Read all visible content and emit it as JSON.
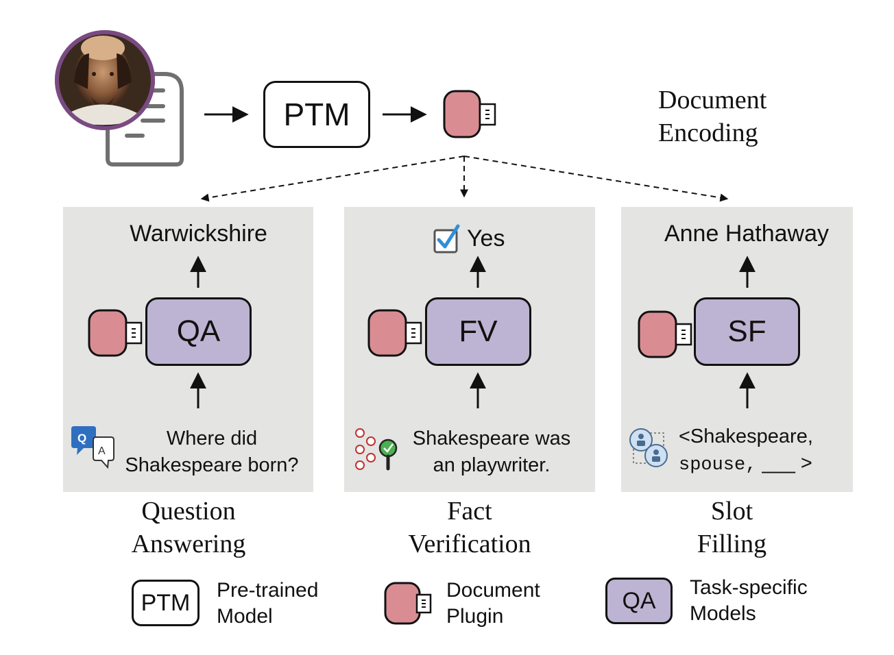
{
  "top": {
    "ptm_label": "PTM",
    "encoding_title_line1": "Document",
    "encoding_title_line2": "Encoding"
  },
  "panels": [
    {
      "output": "Warwickshire",
      "model": "QA",
      "input_line1": "Where did",
      "input_line2": "Shakespeare born?",
      "caption_line1": "Question",
      "caption_line2": "Answering"
    },
    {
      "output": "Yes",
      "model": "FV",
      "input_line1": "Shakespeare was",
      "input_line2": "an playwriter.",
      "caption_line1": "Fact",
      "caption_line2": "Verification"
    },
    {
      "output": "Anne Hathaway",
      "model": "SF",
      "input_line1": "<Shakespeare,",
      "input_line2_mono": "spouse,",
      "input_line2_tail": "___ >",
      "caption_line1": "Slot",
      "caption_line2": "Filling"
    }
  ],
  "legend": {
    "ptm_box": "PTM",
    "ptm_line1": "Pre-trained",
    "ptm_line2": "Model",
    "plugin_line1": "Document",
    "plugin_line2": "Plugin",
    "task_box": "QA",
    "task_line1": "Task-specific",
    "task_line2": "Models"
  },
  "icons": {
    "portrait": "shakespeare-portrait",
    "document": "document-icon",
    "plugin": "plugin-icon",
    "checkbox": "checkbox-icon",
    "qa_bubbles": "qa-bubbles-icon",
    "fact_check": "fact-check-icon",
    "people": "people-icon"
  },
  "colors": {
    "plugin_fill": "#d98d93",
    "task_fill": "#bdb4d3",
    "panel_bg": "#e4e4e2",
    "portrait_ring": "#7a4a82"
  }
}
